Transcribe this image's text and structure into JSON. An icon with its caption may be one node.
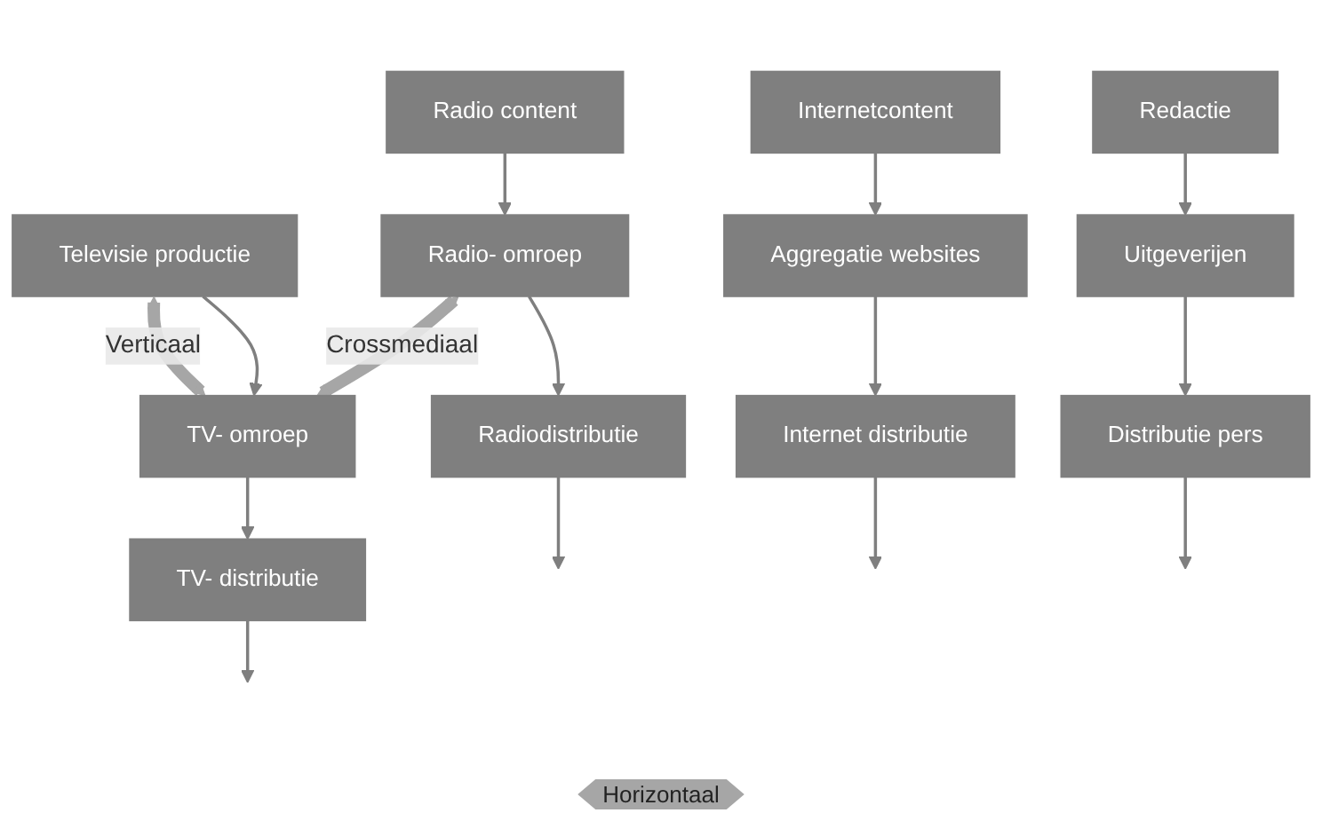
{
  "diagram": {
    "nodes": [
      {
        "text": [
          "Radio content"
        ]
      },
      {
        "text": [
          "Televisie productie"
        ]
      },
      {
        "text": [
          "Internetcontent"
        ]
      },
      {
        "text": [
          "Redactie"
        ]
      },
      {
        "text": [
          "Radio- omroep"
        ]
      },
      {
        "text": [
          "TV- omroep"
        ]
      },
      {
        "text": [
          "Aggregatie websites"
        ]
      },
      {
        "text": [
          "Uitgeverijen"
        ]
      },
      {
        "text": [
          "Radiodistributie"
        ]
      },
      {
        "text": [
          "TV- distributie"
        ]
      },
      {
        "text": [
          "Internet distributie"
        ]
      },
      {
        "text": [
          "Distributie pers"
        ]
      }
    ],
    "edges": [
      {
        "from": 0,
        "to": 4,
        "arrow": "to"
      },
      {
        "from": 1,
        "to": 5,
        "arrow": "to"
      },
      {
        "from": 2,
        "to": 6,
        "arrow": "to"
      },
      {
        "from": 3,
        "to": 7,
        "arrow": "to"
      },
      {
        "from": 4,
        "to": 8,
        "arrow": "to"
      },
      {
        "from": 5,
        "to": 9,
        "arrow": "to"
      },
      {
        "from": 6,
        "to": 10,
        "arrow": "to"
      },
      {
        "from": 7,
        "to": 11,
        "arrow": "to"
      },
      {
        "from": 8,
        "to": null,
        "arrow": "to"
      },
      {
        "from": 9,
        "to": null,
        "arrow": "to"
      },
      {
        "from": 10,
        "to": null,
        "arrow": "to"
      },
      {
        "from": 11,
        "to": null,
        "arrow": "to"
      },
      {
        "from": 4,
        "to": 5,
        "arrow": "both",
        "label": "Crossmediaal",
        "style": "thick",
        "color": "#a6a6a6"
      },
      {
        "from": 1,
        "to": 5,
        "arrow": "both",
        "label": "Verticaal",
        "style": "thick",
        "color": "#a6a6a6"
      }
    ],
    "labels": [
      "Horizontaal"
    ]
  }
}
